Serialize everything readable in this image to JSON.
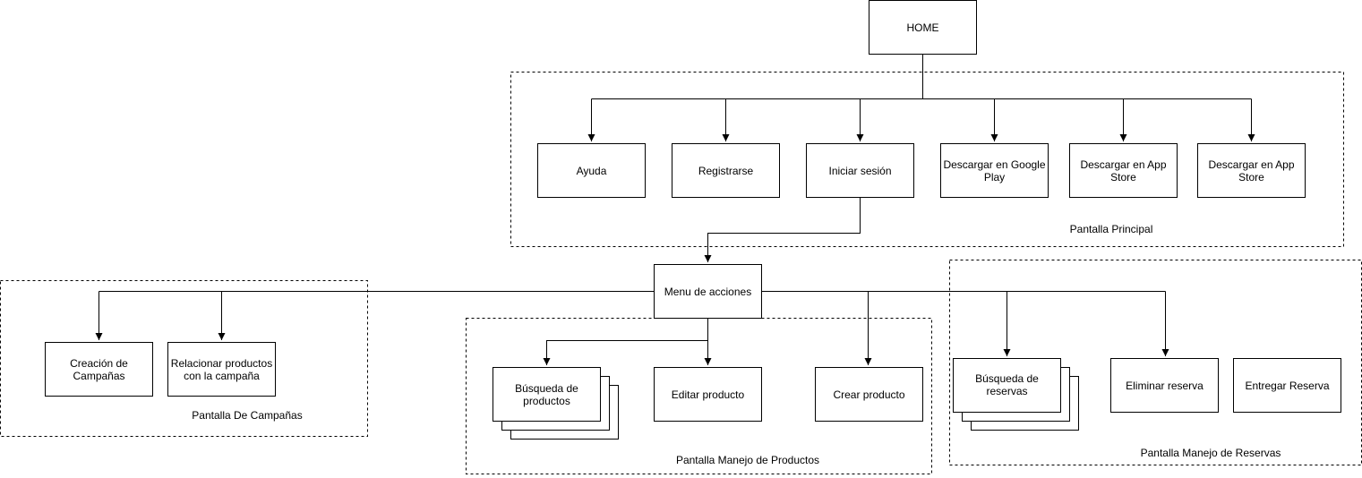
{
  "nodes": {
    "home": [
      "HOME"
    ],
    "ayuda": [
      "Ayuda"
    ],
    "registrarse": [
      "Registrarse"
    ],
    "iniciar_sesion": [
      "Iniciar sesión"
    ],
    "google_play": [
      "Descargar en Google",
      "Play"
    ],
    "app_store_1": [
      "Descargar en App",
      "Store"
    ],
    "app_store_2": [
      "Descargar en App",
      "Store"
    ],
    "menu_acciones": [
      "Menu de acciones"
    ],
    "creacion_campanas": [
      "Creación de",
      "Campañas"
    ],
    "relacionar_productos": [
      "Relacionar productos",
      "con la campaña"
    ],
    "busqueda_productos": [
      "Búsqueda de",
      "productos"
    ],
    "editar_producto": [
      "Editar producto"
    ],
    "crear_producto": [
      "Crear producto"
    ],
    "busqueda_reservas": [
      "Búsqueda de",
      "reservas"
    ],
    "eliminar_reserva": [
      "Eliminar reserva"
    ],
    "entregar_reserva": [
      "Entregar Reserva"
    ]
  },
  "groups": {
    "pantalla_principal": "Pantalla Principal",
    "pantalla_campanas": "Pantalla De Campañas",
    "pantalla_productos": "Pantalla Manejo de Productos",
    "pantalla_reservas": "Pantalla Manejo de Reservas"
  }
}
